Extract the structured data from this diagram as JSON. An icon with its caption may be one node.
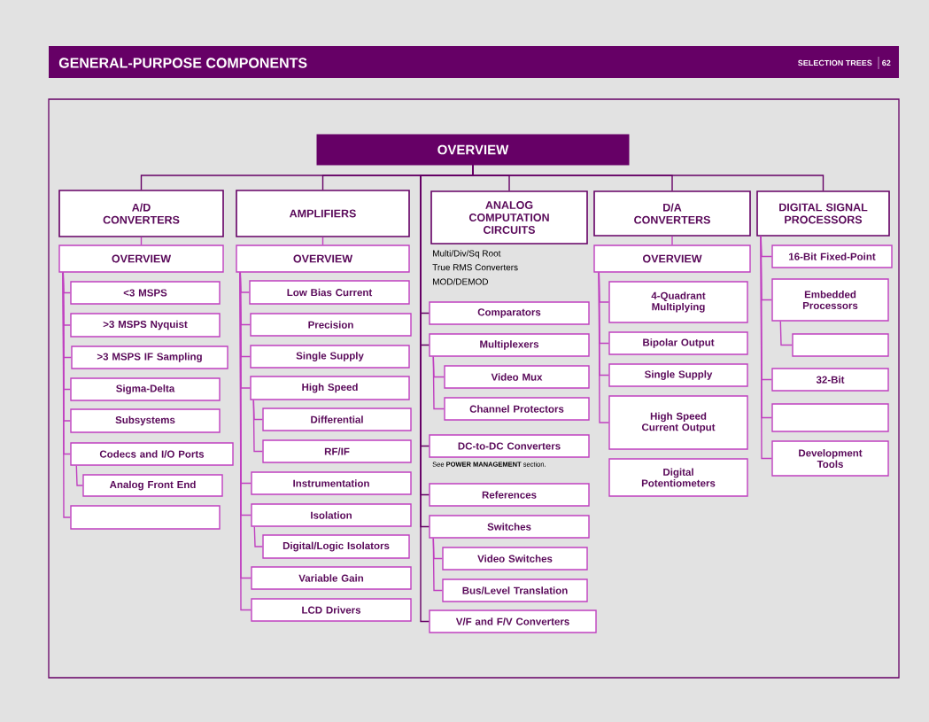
{
  "diagram": {
    "title": "GENERAL-PURPOSE COMPONENTS",
    "nodes": [
      {
        "text": [
          "OVERVIEW"
        ]
      },
      {
        "text": [
          "A/D CONVERTERS"
        ]
      },
      {
        "text": [
          "OVERVIEW"
        ]
      },
      {
        "text": [
          "<3 MSPS"
        ]
      },
      {
        "text": [
          ">3 MSPS Nyquist"
        ]
      },
      {
        "text": [
          ">3 MSPS IF Sampling"
        ]
      },
      {
        "text": [
          "Sigma-Delta"
        ]
      },
      {
        "text": [
          "Subsystems"
        ]
      },
      {
        "text": [
          "Codecs and I/O Ports"
        ]
      },
      {
        "text": [
          "Analog Front End"
        ]
      },
      {
        "text": [],
        "shape": "box"
      },
      {
        "text": [
          "AMPLIFIERS"
        ]
      },
      {
        "text": [
          "OVERVIEW"
        ]
      },
      {
        "text": [
          "Low Bias Current"
        ]
      },
      {
        "text": [
          "Precision"
        ]
      },
      {
        "text": [
          "Single Supply"
        ]
      },
      {
        "text": [
          "High Speed"
        ]
      },
      {
        "text": [
          "Differential"
        ]
      },
      {
        "text": [
          "RF/IF"
        ]
      },
      {
        "text": [
          "Instrumentation"
        ]
      },
      {
        "text": [
          "Isolation"
        ]
      },
      {
        "text": [
          "Digital/Logic Isolators"
        ]
      },
      {
        "text": [
          "Variable Gain"
        ]
      },
      {
        "text": [
          "LCD Drivers"
        ]
      },
      {
        "text": [
          "ANALOG COMPUTATION CIRCUITS"
        ],
        "beside": [
          "Multi/Div/Sq Root",
          "True RMS Converters",
          "MOD/DEMOD"
        ]
      },
      {
        "text": [
          "Comparators"
        ]
      },
      {
        "text": [
          "Multiplexers"
        ]
      },
      {
        "text": [
          "Video Mux"
        ]
      },
      {
        "text": [
          "Channel Protectors"
        ]
      },
      {
        "text": [
          "DC-to-DC Converters"
        ],
        "beside": [
          "See **POWER MANAGEMENT** section."
        ]
      },
      {
        "text": [
          "References"
        ]
      },
      {
        "text": [
          "Switches"
        ]
      },
      {
        "text": [
          "Video Switches"
        ]
      },
      {
        "text": [
          "Bus/Level Translation"
        ]
      },
      {
        "text": [
          "V/F and F/V Converters"
        ]
      },
      {
        "text": [
          "D/A CONVERTERS"
        ]
      },
      {
        "text": [
          "OVERVIEW"
        ]
      },
      {
        "text": [
          "4-Quadrant Multiplying"
        ]
      },
      {
        "text": [
          "Bipolar Output"
        ]
      },
      {
        "text": [
          "Single Supply"
        ]
      },
      {
        "text": [
          "High Speed Current Output"
        ]
      },
      {
        "text": [
          "Digital Potentiometers"
        ]
      },
      {
        "text": [
          "DIGITAL SIGNAL PROCESSORS"
        ]
      },
      {
        "text": [
          "16-Bit Fixed-Point"
        ]
      },
      {
        "text": [
          "Embedded Processors"
        ]
      },
      {
        "text": [],
        "shape": "box"
      },
      {
        "text": [
          "32-Bit"
        ]
      },
      {
        "text": [],
        "shape": "box"
      },
      {
        "text": [
          "Development Tools"
        ]
      }
    ],
    "edges": [
      {
        "from": 0,
        "to": 1,
        "arrow": "none",
        "color": "#660066"
      },
      {
        "from": 0,
        "to": 11,
        "arrow": "none",
        "color": "#660066"
      },
      {
        "from": 0,
        "to": 24,
        "arrow": "none",
        "color": "#660066"
      },
      {
        "from": 0,
        "to": 35,
        "arrow": "none",
        "color": "#660066"
      },
      {
        "from": 0,
        "to": 42,
        "arrow": "none",
        "color": "#660066"
      },
      {
        "from": 1,
        "to": 2,
        "arrow": "none"
      },
      {
        "from": 2,
        "to": 3,
        "arrow": "none"
      },
      {
        "from": 2,
        "to": 4,
        "arrow": "none"
      },
      {
        "from": 2,
        "to": 5,
        "arrow": "none"
      },
      {
        "from": 2,
        "to": 6,
        "arrow": "none"
      },
      {
        "from": 2,
        "to": 7,
        "arrow": "none"
      },
      {
        "from": 2,
        "to": 8,
        "arrow": "none"
      },
      {
        "from": 8,
        "to": 9,
        "arrow": "none"
      },
      {
        "from": 2,
        "to": 10,
        "arrow": "none"
      },
      {
        "from": 11,
        "to": 12,
        "arrow": "none"
      },
      {
        "from": 12,
        "to": 13,
        "arrow": "none"
      },
      {
        "from": 12,
        "to": 14,
        "arrow": "none"
      },
      {
        "from": 12,
        "to": 15,
        "arrow": "none"
      },
      {
        "from": 12,
        "to": 16,
        "arrow": "none"
      },
      {
        "from": 16,
        "to": 17,
        "arrow": "none"
      },
      {
        "from": 16,
        "to": 18,
        "arrow": "none"
      },
      {
        "from": 12,
        "to": 19,
        "arrow": "none"
      },
      {
        "from": 12,
        "to": 20,
        "arrow": "none"
      },
      {
        "from": 20,
        "to": 21,
        "arrow": "none"
      },
      {
        "from": 12,
        "to": 22,
        "arrow": "none"
      },
      {
        "from": 12,
        "to": 23,
        "arrow": "none"
      },
      {
        "from": 0,
        "to": 25,
        "arrow": "none",
        "color": "#660066"
      },
      {
        "from": 0,
        "to": 26,
        "arrow": "none",
        "color": "#660066"
      },
      {
        "from": 26,
        "to": 27,
        "arrow": "none"
      },
      {
        "from": 26,
        "to": 28,
        "arrow": "none"
      },
      {
        "from": 0,
        "to": 29,
        "arrow": "none",
        "color": "#660066"
      },
      {
        "from": 0,
        "to": 30,
        "arrow": "none",
        "color": "#660066"
      },
      {
        "from": 0,
        "to": 31,
        "arrow": "none",
        "color": "#660066"
      },
      {
        "from": 31,
        "to": 32,
        "arrow": "none"
      },
      {
        "from": 31,
        "to": 33,
        "arrow": "none"
      },
      {
        "from": 0,
        "to": 34,
        "arrow": "none",
        "color": "#660066"
      },
      {
        "from": 35,
        "to": 36,
        "arrow": "none"
      },
      {
        "from": 36,
        "to": 37,
        "arrow": "none"
      },
      {
        "from": 36,
        "to": 38,
        "arrow": "none"
      },
      {
        "from": 36,
        "to": 39,
        "arrow": "none"
      },
      {
        "from": 36,
        "to": 40,
        "arrow": "none"
      },
      {
        "from": 42,
        "to": 43,
        "arrow": "none"
      },
      {
        "from": 42,
        "to": 44,
        "arrow": "none"
      },
      {
        "from": 44,
        "to": 45,
        "arrow": "none"
      },
      {
        "from": 42,
        "to": 46,
        "arrow": "none"
      },
      {
        "from": 42,
        "to": 47,
        "arrow": "none"
      },
      {
        "from": 42,
        "to": 48,
        "arrow": "none"
      }
    ],
    "labels": [
      "SELECTION TREES",
      "62"
    ]
  }
}
